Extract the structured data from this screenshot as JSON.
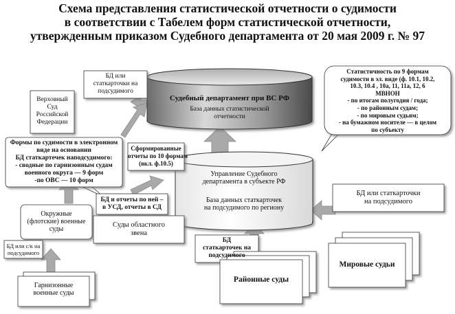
{
  "title": {
    "line1": "Схема представления статистической отчетности о судимости",
    "line2": "в соответствии с Табелем форм статистической отчетности,",
    "line3": "утвержденным приказом Судебного департамента от 20 мая 2009 г. № 97"
  },
  "nodes": {
    "sd_cylinder": {
      "title": "Судебный департамент при ВС РФ",
      "sub1": "База данных статистической",
      "sub2": "отчетности"
    },
    "bd_top": {
      "line1": "БД или",
      "line2": "статкарточки на",
      "line3": "подсудимого"
    },
    "vs": {
      "line1": "Верховный",
      "line2": "Суд",
      "line3": "Российской",
      "line4": "Федерации"
    },
    "stat9": {
      "line1": "Статистичность по 9 формам",
      "line2": "судимости в эл. виде (ф. 10.1, 10.2,",
      "line3": "10.3, 10.4 , 10а, 11, 11а, 12, 6",
      "line4": "МВНОН",
      "line5": "- по итогам полугодия / года;",
      "line6": "- по районным судам;",
      "line7": "- по мировым судьям;",
      "line8": "- на бумажном носителе — в целом",
      "line9": "по субъекту"
    },
    "forms": {
      "line1": "Формы по судимости в электронном",
      "line2": "виде на основании",
      "line3": "БД статкартечек наподсудимого:",
      "line4": "- сводные по гарнизонным судам",
      "line5": "военного округа — 9 форм",
      "line6": "-по ОВС — 10 форм"
    },
    "formed": {
      "line1": "Сформированные",
      "line2": "отчеты по 10 формам",
      "line3": "(вкл. ф.10.5)"
    },
    "usd_cylinder": {
      "line1": "Управление Судебного",
      "line2": "департамента в субъекте РФ",
      "line3": "База данных статкарточек",
      "line4": "на подсудимого по региону"
    },
    "bd_right": {
      "line1": "БД или статкарточки",
      "line2": "на подсудимого"
    },
    "bd_reports": {
      "line1": "БД и отчеты по ней –",
      "line2": "в УСД, отчеты в СД"
    },
    "okr": {
      "line1": "Окружные",
      "line2": "(флотские) военные",
      "line3": "суды"
    },
    "obl": {
      "line1": "Суды областного",
      "line2": "звена"
    },
    "bd_cs": {
      "line1": "БД или с/к на",
      "line2": "подсудимого"
    },
    "bd_stat_mid": {
      "line1": "БД",
      "line2": "статкарточек на",
      "line3": "подсудимого"
    },
    "rayon": "Районные суды",
    "mirovye": "Мировые судьи",
    "garn": {
      "line1": "Гарнизонные",
      "line2": "военные суды"
    }
  }
}
